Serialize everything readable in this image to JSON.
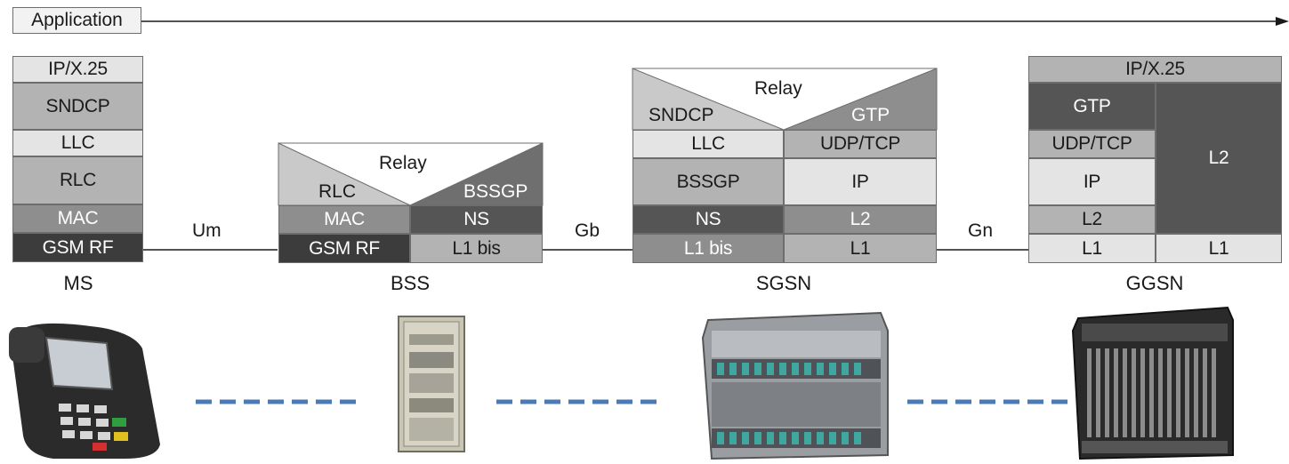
{
  "application": {
    "label": "Application"
  },
  "ms": {
    "name": "MS",
    "layers": [
      "IP/X.25",
      "SNDCP",
      "LLC",
      "RLC",
      "MAC",
      "GSM RF"
    ]
  },
  "interfaces": {
    "um": "Um",
    "gb": "Gb",
    "gn": "Gn"
  },
  "bss": {
    "name": "BSS",
    "relay": "Relay",
    "left_top": "RLC",
    "right_top": "BSSGP",
    "left": [
      "MAC",
      "GSM RF"
    ],
    "right": [
      "NS",
      "L1 bis"
    ]
  },
  "sgsn": {
    "name": "SGSN",
    "relay": "Relay",
    "left_top": "SNDCP",
    "right_top": "GTP",
    "left": [
      "LLC",
      "BSSGP",
      "NS",
      "L1 bis"
    ],
    "right": [
      "UDP/TCP",
      "IP",
      "L2",
      "L1"
    ]
  },
  "ggsn": {
    "name": "GGSN",
    "top": "IP/X.25",
    "left": [
      "GTP",
      "UDP/TCP",
      "IP",
      "L2",
      "L1"
    ],
    "right_l2": "L2",
    "right_l1": "L1"
  },
  "colors": {
    "light": "#e4e4e4",
    "mid": "#b3b3b3",
    "dark": "#8e8e8e",
    "darker": "#555555",
    "darkest": "#3c3c3c",
    "dashed_link": "#4a7bb7"
  },
  "icons": [
    "pos-terminal-icon",
    "bss-cabinet-icon",
    "sgsn-rack-icon",
    "ggsn-rack-icon"
  ]
}
